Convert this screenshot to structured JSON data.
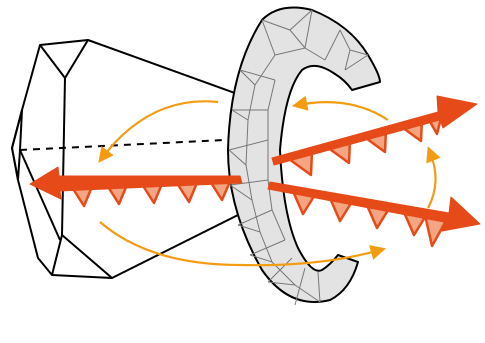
{
  "diagram": {
    "elements": [
      {
        "name": "polyhedral-cone-block",
        "kind": "wireframe-solid"
      },
      {
        "name": "c-shaped-ring",
        "kind": "meshed-torus-segment"
      },
      {
        "name": "outgoing-arrow-left",
        "kind": "serrated-arrow"
      },
      {
        "name": "outgoing-arrow-upper-right",
        "kind": "serrated-arrow"
      },
      {
        "name": "outgoing-arrow-lower-right",
        "kind": "serrated-arrow"
      },
      {
        "name": "rotation-arrows",
        "kind": "curved-arrows",
        "count": 4
      }
    ],
    "colors": {
      "arrow_fill": "#e64a19",
      "tooth_fill": "#f4a582",
      "tooth_stroke": "#e64a19",
      "rotation": "#f39c12",
      "ring_fill": "#e3e3e3",
      "ring_mesh": "#777777",
      "outline": "#000000"
    }
  }
}
